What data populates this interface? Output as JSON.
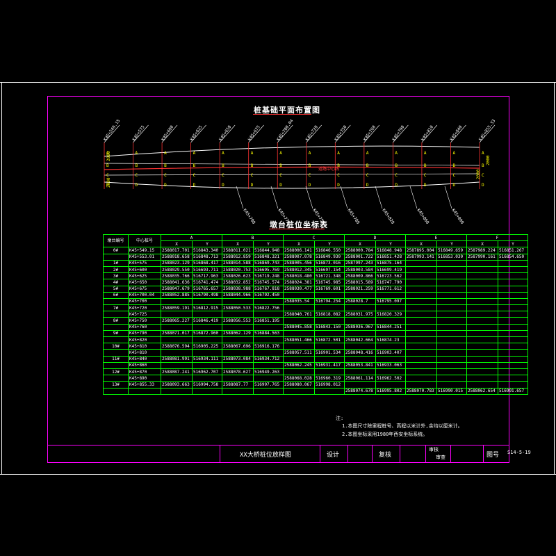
{
  "drawing": {
    "plan_title": "桩基础平面布置图",
    "table_title": "墩台桩位坐标表",
    "centerline_label": "道路中心线",
    "top_labels": [
      "K45+549.15",
      "K45+575",
      "K45+600",
      "K45+625",
      "K45+650",
      "K45+675",
      "K45+700.04",
      "K45+720",
      "K45+750",
      "K45+760",
      "K45+790",
      "K45+810",
      "K45+840",
      "K45+855.33"
    ],
    "bottom_labels": [
      "K45+700",
      "K45+775",
      "K45+750",
      "K45+780",
      "K45+820",
      "K45+860",
      "K45+890"
    ],
    "left_dims": [
      "2000",
      "2000"
    ],
    "right_dims": [
      "2000",
      "2000"
    ]
  },
  "table": {
    "header_row1": [
      "墩台编号",
      "中心桩号",
      "A",
      "B",
      "C",
      "D",
      "E",
      "F"
    ],
    "header_row2": [
      "X",
      "Y",
      "X",
      "Y",
      "X",
      "Y",
      "X",
      "Y",
      "X",
      "Y",
      "X",
      "Y"
    ],
    "rows": [
      [
        "0#",
        "K45+549.15",
        "2588017.701",
        "516843.340",
        "2588011.021",
        "516844.948",
        "2588006.141",
        "516846.550",
        "2588000.784",
        "516848.948",
        "2587895.004",
        "516849.659",
        "2587989.224",
        "516851.267"
      ],
      [
        "",
        "K45+553.01",
        "2588018.658",
        "516848.713",
        "2588012.859",
        "516848.321",
        "2588007.078",
        "516849.930",
        "2588001.722",
        "516851.428",
        "2587993.141",
        "516853.030",
        "2587990.161",
        "516854.650"
      ],
      [
        "1#",
        "K45+575",
        "2588023.129",
        "516868.417",
        "2588014.588",
        "516869.743",
        "2588005.456",
        "516873.016",
        "2587997.243",
        "516875.164",
        "",
        "",
        "",
        ""
      ],
      [
        "2#",
        "K45+600",
        "2588029.550",
        "516693.711",
        "2588020.753",
        "516695.769",
        "2588012.345",
        "516697.154",
        "2588003.584",
        "516699.419",
        "",
        "",
        "",
        ""
      ],
      [
        "3#",
        "K45+625",
        "2588035.766",
        "516717.963",
        "2588026.623",
        "516719.248",
        "2588018.480",
        "516721.348",
        "2588009.866",
        "516723.562",
        "",
        "",
        "",
        ""
      ],
      [
        "4#",
        "K45+650",
        "2588041.636",
        "516741.474",
        "2588032.852",
        "516745.574",
        "2588024.381",
        "516745.985",
        "2588015.589",
        "516747.790",
        "",
        "",
        "",
        ""
      ],
      [
        "5#",
        "K45+675",
        "2588047.679",
        "516765.657",
        "2588038.988",
        "516767.818",
        "2588030.477",
        "516769.601",
        "2588021.259",
        "516771.612",
        "",
        "",
        "",
        ""
      ],
      [
        "6#",
        "K45+700.04",
        "2588052.885",
        "516790.498",
        "2588044.966",
        "516792.450",
        "",
        "",
        "",
        "",
        "",
        "",
        "",
        ""
      ],
      [
        "",
        "K45+700",
        "",
        "",
        "",
        "",
        "2588035.54",
        "516794.254",
        "2588028.7",
        "516795.097",
        "",
        "",
        "",
        ""
      ],
      [
        "7#",
        "K45+720",
        "2588059.191",
        "516812.915",
        "2588050.533",
        "516822.756",
        "",
        "",
        "",
        "",
        "",
        "",
        "",
        ""
      ],
      [
        "",
        "K45+725",
        "",
        "",
        "",
        "",
        "2588040.761",
        "516818.082",
        "2588031.975",
        "516820.329",
        "",
        "",
        "",
        ""
      ],
      [
        "8#",
        "K45+750",
        "2588065.227",
        "516846.419",
        "2588056.553",
        "516851.195",
        "",
        "",
        "",
        "",
        "",
        "",
        "",
        ""
      ],
      [
        "",
        "K45+760",
        "",
        "",
        "",
        "",
        "2588045.858",
        "516843.150",
        "2588036.967",
        "516844.251",
        "",
        "",
        "",
        ""
      ],
      [
        "9#",
        "K45+790",
        "2588071.017",
        "516872.960",
        "2588062.129",
        "516884.563",
        "",
        "",
        "",
        "",
        "",
        "",
        "",
        ""
      ],
      [
        "",
        "K45+820",
        "",
        "",
        "",
        "",
        "2588051.466",
        "516872.501",
        "2588042.664",
        "516874.23",
        "",
        "",
        "",
        ""
      ],
      [
        "10#",
        "K45+810",
        "2588076.594",
        "516905.225",
        "2588067.696",
        "516916.176",
        "",
        "",
        "",
        "",
        "",
        "",
        "",
        ""
      ],
      [
        "",
        "K45+810",
        "",
        "",
        "",
        "",
        "2588057.511",
        "516901.534",
        "2588048.416",
        "516903.407",
        "",
        "",
        "",
        ""
      ],
      [
        "11#",
        "K45+840",
        "2588081.991",
        "516934.111",
        "2588073.084",
        "516934.712",
        "",
        "",
        "",
        "",
        "",
        "",
        "",
        ""
      ],
      [
        "",
        "K45+860",
        "",
        "",
        "",
        "",
        "2588062.245",
        "516931.417",
        "2588053.841",
        "516933.063",
        "",
        "",
        "",
        ""
      ],
      [
        "12#",
        "K45+870",
        "2588087.241",
        "516962.707",
        "2588078.627",
        "516949.263",
        "",
        "",
        "",
        "",
        "",
        "",
        "",
        ""
      ],
      [
        "",
        "K45+890",
        "",
        "",
        "",
        "",
        "2588068.028",
        "516960.319",
        "2588061.114",
        "516962.502",
        "",
        "",
        "",
        ""
      ],
      [
        "13#",
        "K45+855.33",
        "2588093.663",
        "516994.758",
        "2588087.77",
        "516997.765",
        "2588080.067",
        "516998.012",
        "",
        "",
        "",
        "",
        "",
        ""
      ],
      [
        "",
        "",
        "",
        "",
        "",
        "",
        "",
        "",
        "2588074.678",
        "516995.802",
        "2588070.783",
        "516990.015",
        "2588062.654",
        "516991.657"
      ]
    ]
  },
  "notes": {
    "heading": "注:",
    "lines": [
      "1.本图尺寸除里程桩号、高程以米计外,余均以厘米计。",
      "2.本图坐标采用1980年西安坐标系统。"
    ]
  },
  "title_block": {
    "drawing_name": "XX大桥桩位放样图",
    "design": "设计",
    "review": "复核",
    "check": "审核",
    "approve": "审查",
    "sheet_label": "图号",
    "sheet_no": "S14-5-19"
  }
}
